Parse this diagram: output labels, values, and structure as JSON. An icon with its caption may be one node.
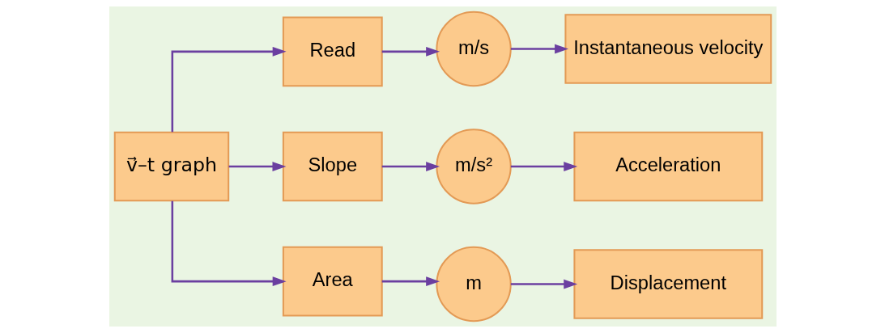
{
  "diagram": {
    "nodes": [
      {
        "text": [
          "v⃗–t graph"
        ]
      },
      {
        "text": [
          "Read"
        ]
      },
      {
        "text": [
          "m/s"
        ]
      },
      {
        "text": [
          "Instantaneous velocity"
        ]
      },
      {
        "text": [
          "Slope"
        ]
      },
      {
        "text": [
          "m/s²"
        ]
      },
      {
        "text": [
          "Acceleration"
        ]
      },
      {
        "text": [
          "Area"
        ]
      },
      {
        "text": [
          "m"
        ]
      },
      {
        "text": [
          "Displacement"
        ]
      }
    ],
    "edges": [
      {
        "from": 0,
        "to": 1,
        "arrow": "to"
      },
      {
        "from": 0,
        "to": 4,
        "arrow": "to"
      },
      {
        "from": 0,
        "to": 7,
        "arrow": "to"
      },
      {
        "from": 1,
        "to": 2,
        "arrow": "to"
      },
      {
        "from": 2,
        "to": 3,
        "arrow": "to"
      },
      {
        "from": 4,
        "to": 5,
        "arrow": "to"
      },
      {
        "from": 5,
        "to": 6,
        "arrow": "to"
      },
      {
        "from": 7,
        "to": 8,
        "arrow": "to"
      },
      {
        "from": 8,
        "to": 9,
        "arrow": "to"
      }
    ]
  }
}
